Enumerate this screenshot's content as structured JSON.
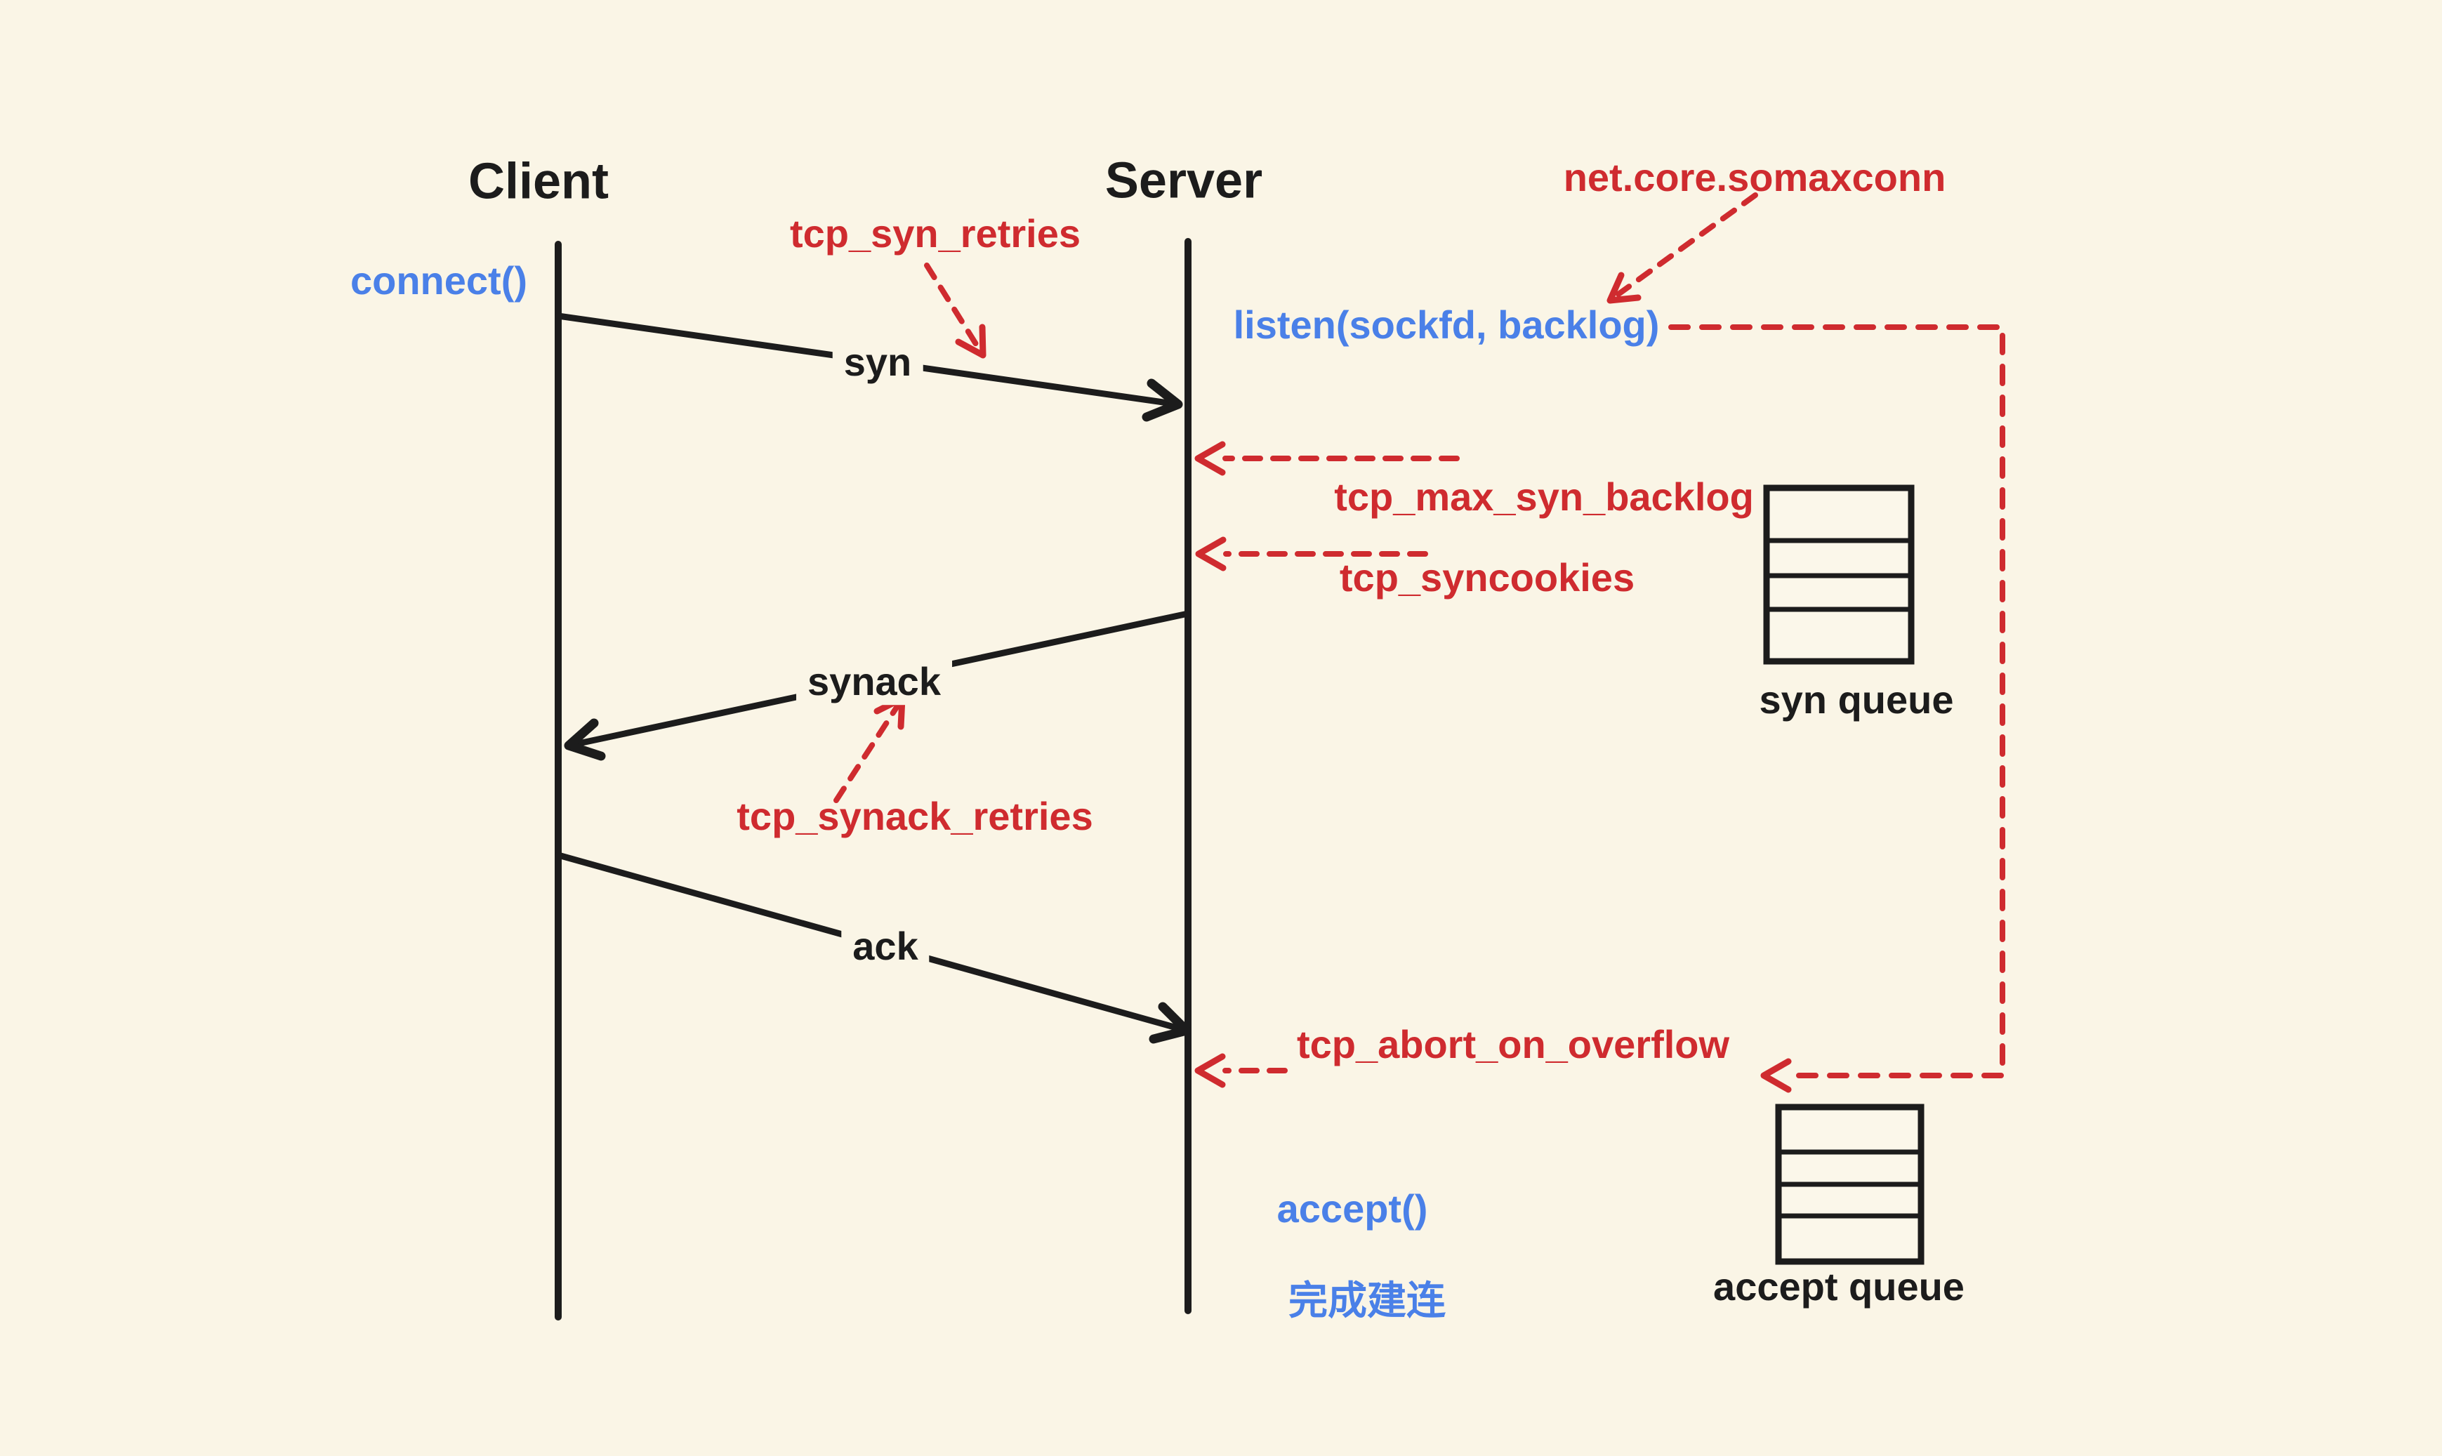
{
  "colors": {
    "background": "#faf5e6",
    "ink": "#1c1c1c",
    "red": "#cf2b2f",
    "blue": "#4a80e8"
  },
  "lifelines": {
    "client": "Client",
    "server": "Server"
  },
  "client_api": {
    "connect": "connect()"
  },
  "server_api": {
    "listen": "listen(sockfd, backlog)",
    "accept": "accept()",
    "established": "完成建连"
  },
  "messages": {
    "syn": "syn",
    "synack": "synack",
    "ack": "ack"
  },
  "kernel_params": {
    "somaxconn": "net.core.somaxconn",
    "syn_retries": "tcp_syn_retries",
    "max_syn_backlog": "tcp_max_syn_backlog",
    "syncookies": "tcp_syncookies",
    "synack_retries": "tcp_synack_retries",
    "abort_on_overflow": "tcp_abort_on_overflow"
  },
  "queues": {
    "syn": "syn queue",
    "accept": "accept queue"
  }
}
